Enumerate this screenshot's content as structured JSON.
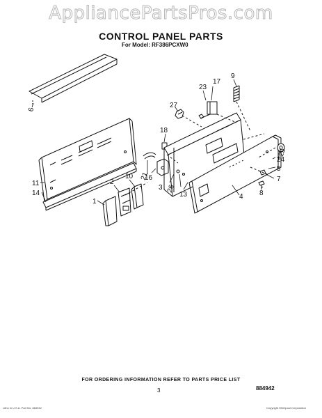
{
  "watermark": "AppliancePartsPros.com",
  "title": "CONTROL PANEL PARTS",
  "model_label": "For Model:",
  "model_number": "RF386PCXW0",
  "callouts": {
    "c1": "1",
    "c2": "2",
    "c3": "3",
    "c4": "4",
    "c5": "5",
    "c6": "6",
    "c7": "7",
    "c8": "8",
    "c9": "9",
    "c10": "10",
    "c11": "11",
    "c13": "13",
    "c14": "14",
    "c16": "16",
    "c17": "17",
    "c18": "18",
    "c21": "21",
    "c23": "23",
    "c24": "24",
    "c25": "25",
    "c26": "26",
    "c27": "27"
  },
  "footer": {
    "note": "FOR ORDERING INFORMATION REFER TO PARTS PRICE LIST",
    "page_number": "3",
    "doc_number": "884942",
    "fine_print_left": "Litho in U.S.A.\nPart No. 884942",
    "fine_print_right": "Copyright Whirlpool Corporation"
  }
}
